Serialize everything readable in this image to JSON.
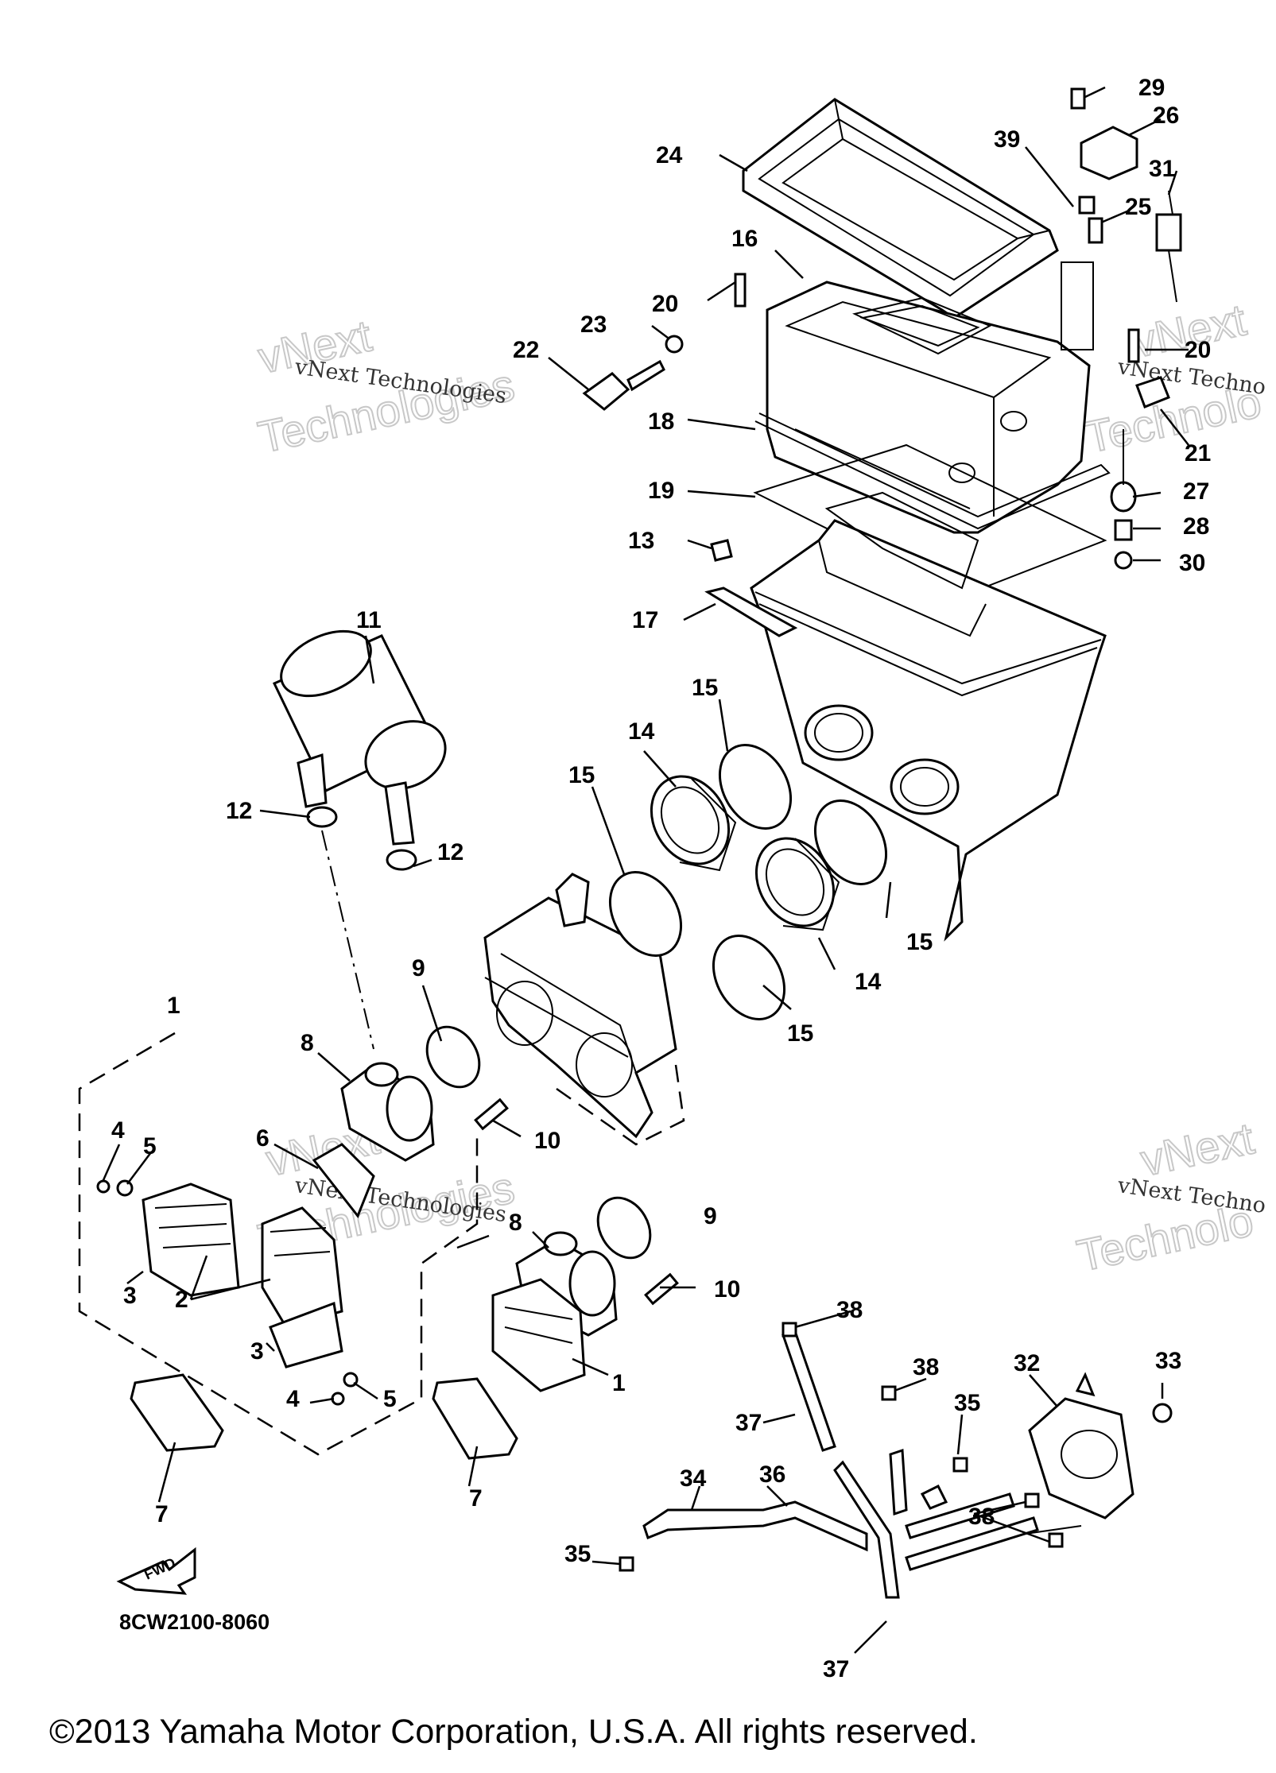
{
  "callouts": [
    "1",
    "2",
    "3",
    "4",
    "5",
    "6",
    "7",
    "8",
    "9",
    "10",
    "11",
    "12",
    "13",
    "14",
    "15",
    "16",
    "17",
    "18",
    "19",
    "20",
    "21",
    "22",
    "23",
    "24",
    "25",
    "26",
    "27",
    "28",
    "29",
    "30",
    "31",
    "32",
    "33",
    "34",
    "35",
    "36",
    "37",
    "38",
    "39"
  ],
  "fwd_label": "FWD",
  "diagram_code": "8CW2100-8060",
  "copyright": "©2013 Yamaha Motor Corporation, U.S.A. All rights reserved.",
  "watermark": {
    "line1": "vNext Technologies",
    "line2a": "vNext",
    "line2b": "Technologies",
    "partial1": "vNext Techno",
    "partial2": "Technolo"
  }
}
